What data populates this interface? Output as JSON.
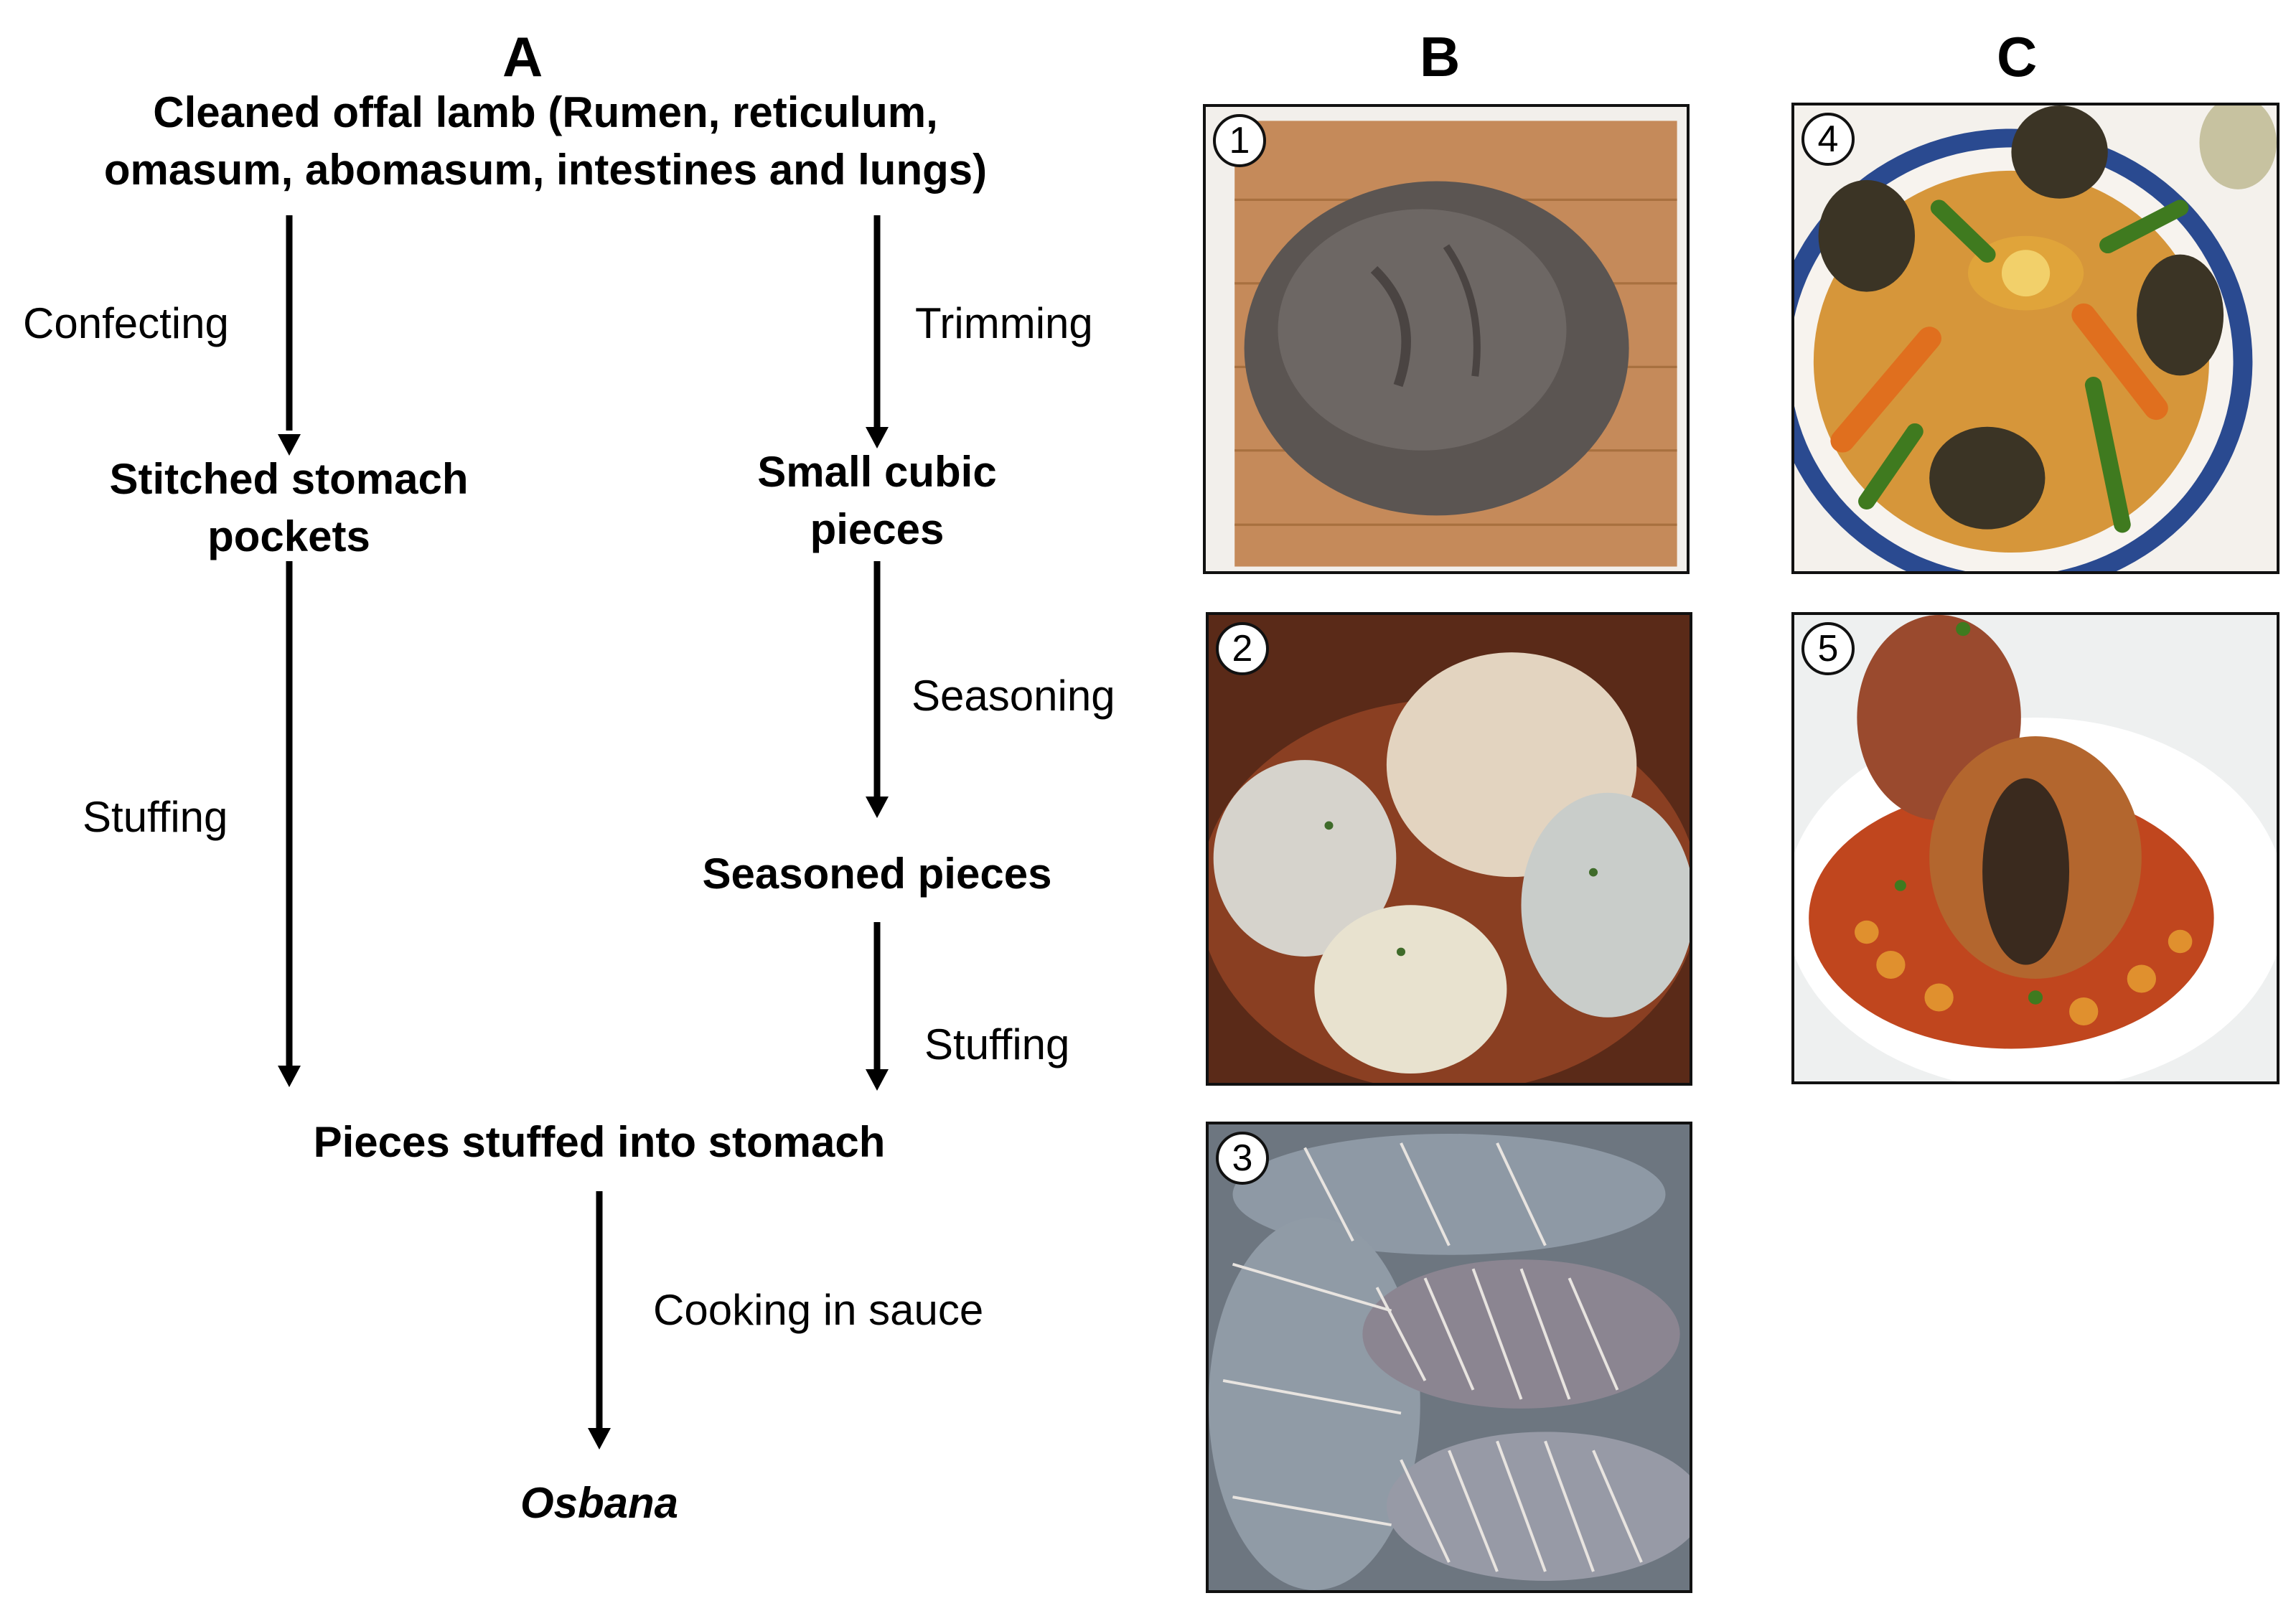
{
  "panel_labels": {
    "a": "A",
    "b": "B",
    "c": "C"
  },
  "flowchart": {
    "nodes": {
      "start_line1": "Cleaned offal lamb (Rumen, reticulum,",
      "start_line2": "omasum, abomasum, intestines and lungs)",
      "stitched_line1": "Stitched stomach",
      "stitched_line2": "pockets",
      "cubic_line1": "Small cubic",
      "cubic_line2": "pieces",
      "seasoned": "Seasoned pieces",
      "stuffed": "Pieces stuffed into stomach",
      "final": "Osbana"
    },
    "steps": {
      "confecting": "Confecting",
      "trimming": "Trimming",
      "seasoning": "Seasoning",
      "stuffing_left": "Stuffing",
      "stuffing_right": "Stuffing",
      "cooking": "Cooking in sauce"
    }
  },
  "photos": [
    {
      "number": "1",
      "panel": "B",
      "subject": "cleaned-rumen-on-cutting-board"
    },
    {
      "number": "2",
      "panel": "B",
      "subject": "breaded-stuffed-stomach-balls"
    },
    {
      "number": "3",
      "panel": "B",
      "subject": "string-tied-raw-osbana"
    },
    {
      "number": "4",
      "panel": "C",
      "subject": "osbana-on-couscous-with-vegetables"
    },
    {
      "number": "5",
      "panel": "C",
      "subject": "osbana-in-tomato-chickpea-sauce"
    }
  ]
}
